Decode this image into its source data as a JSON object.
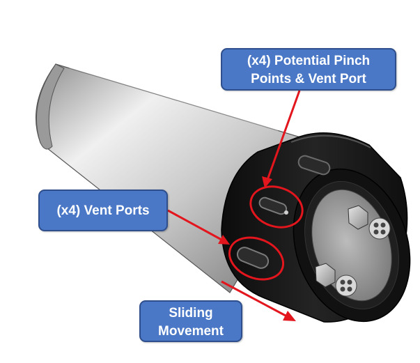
{
  "labels": {
    "pinch_line1": "(x4) Potential Pinch",
    "pinch_line2": "Points & Vent Port",
    "vents": "(x4) Vent Ports",
    "slide_line1": "Sliding",
    "slide_line2": "Movement"
  },
  "colors": {
    "callout_fill": "#4a78c6",
    "callout_border": "#2e4f8c",
    "callout_text": "#ffffff",
    "arrow": "#e3151d",
    "highlight_ring": "#e3151d",
    "sleeve": "#1a1a1a",
    "tube": "#c8c8c8"
  }
}
